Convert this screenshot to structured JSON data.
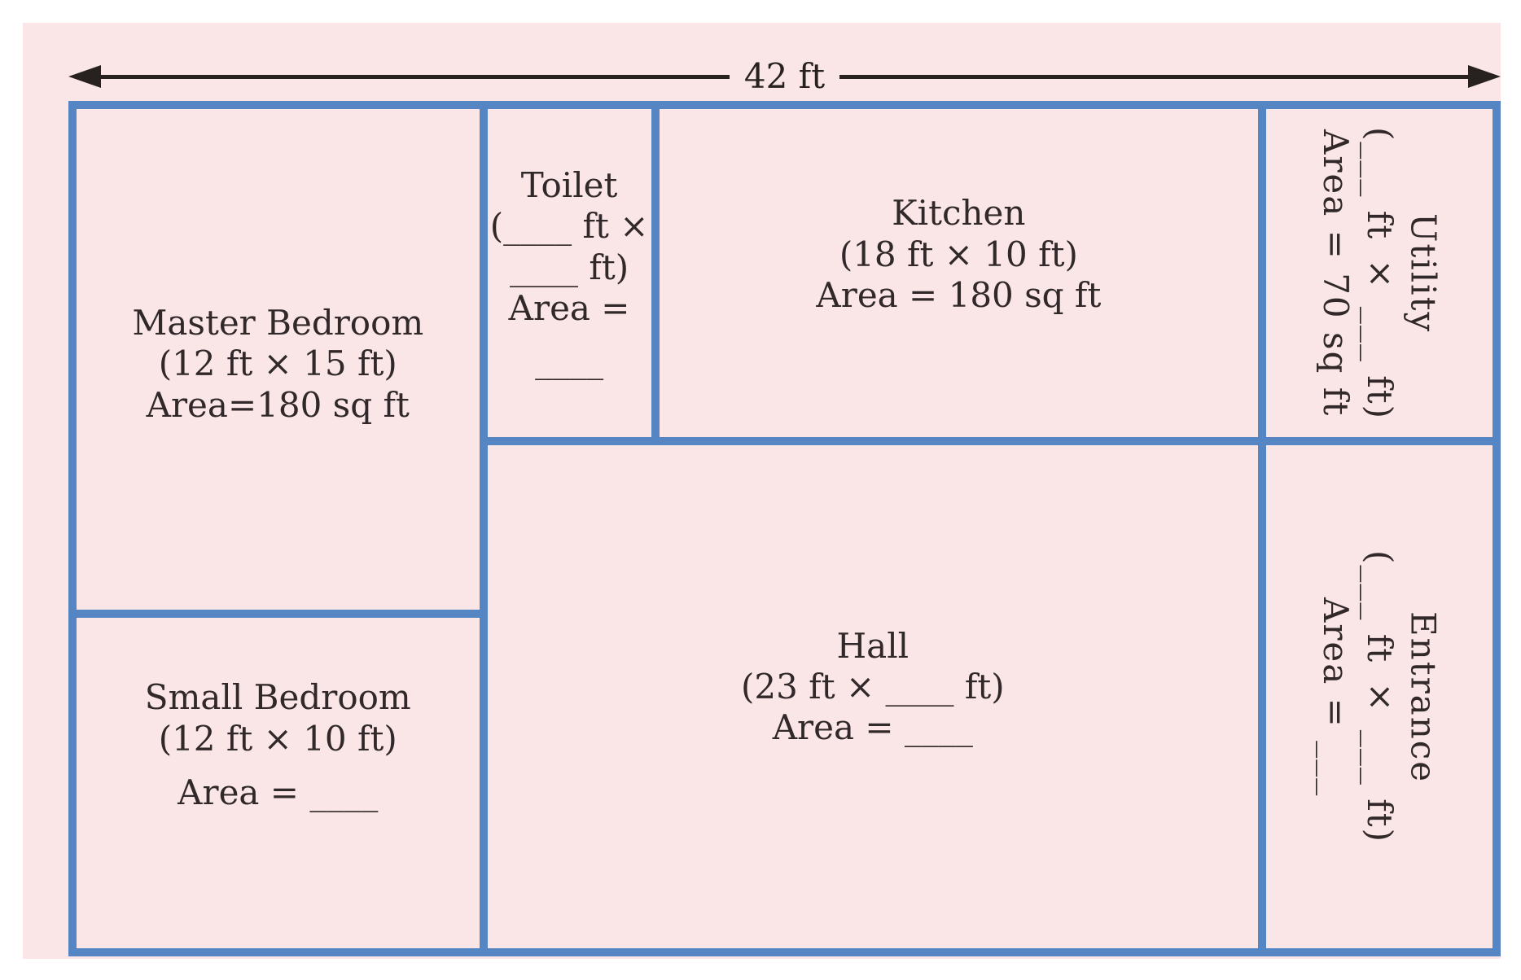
{
  "dimension": {
    "label": "42 ft"
  },
  "rooms": {
    "master_bedroom": {
      "name": "Master Bedroom",
      "dimensions": "(12 ft × 15 ft)",
      "area": "Area=180 sq ft"
    },
    "toilet": {
      "name": "Toilet",
      "dimensions_line1": "(____ ft ×",
      "dimensions_line2": "____ ft)",
      "area_label": "Area =",
      "area_blank": "____"
    },
    "kitchen": {
      "name": "Kitchen",
      "dimensions": "(18 ft × 10 ft)",
      "area": "Area = 180 sq ft"
    },
    "utility": {
      "name": "Utility",
      "dimensions": "(___ ft × ___ ft)",
      "area": "Area = 70 sq ft"
    },
    "small_bedroom": {
      "name": "Small Bedroom",
      "dimensions": "(12 ft × 10 ft)",
      "area": "Area = ____"
    },
    "hall": {
      "name": "Hall",
      "dimensions": "(23 ft × ____ ft)",
      "area": "Area = ____"
    },
    "entrance": {
      "name": "Entrance",
      "dimensions": "(___ ft × ___ ft)",
      "area": "Area = ___"
    }
  },
  "colors": {
    "wall_blue": "#5685c3",
    "floor_pink": "#fbe6e7",
    "text_dark": "#31282a",
    "arrow_black": "#27221f"
  }
}
